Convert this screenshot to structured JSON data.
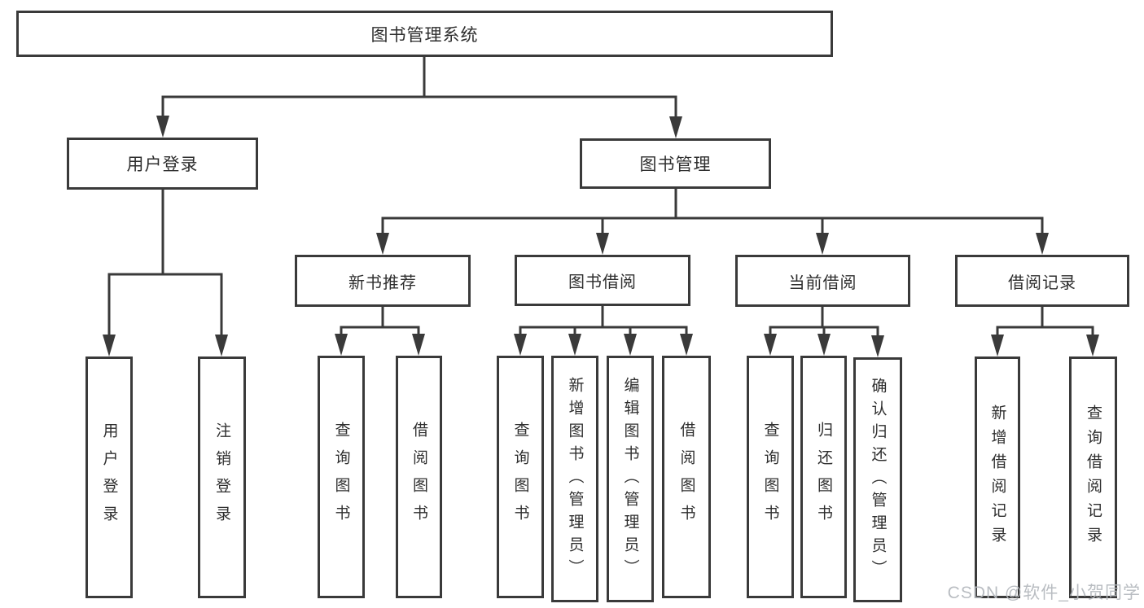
{
  "tree": {
    "label": "图书管理系统",
    "children": [
      {
        "label": "用户登录",
        "children": [
          {
            "label": "用户登录"
          },
          {
            "label": "注销登录"
          }
        ]
      },
      {
        "label": "图书管理",
        "children": [
          {
            "label": "新书推荐",
            "children": [
              {
                "label": "查询图书"
              },
              {
                "label": "借阅图书"
              }
            ]
          },
          {
            "label": "图书借阅",
            "children": [
              {
                "label": "查询图书"
              },
              {
                "label": "新增图书（管理员）"
              },
              {
                "label": "编辑图书（管理员）"
              },
              {
                "label": "借阅图书"
              }
            ]
          },
          {
            "label": "当前借阅",
            "children": [
              {
                "label": "查询图书"
              },
              {
                "label": "归还图书"
              },
              {
                "label": "确认归还（管理员）"
              }
            ]
          },
          {
            "label": "借阅记录",
            "children": [
              {
                "label": "新增借阅记录"
              },
              {
                "label": "查询借阅记录"
              }
            ]
          }
        ]
      }
    ]
  },
  "watermark": {
    "text": "CSDN @软件_小贺同学"
  },
  "colors": {
    "line": "#3a3a3a",
    "box_fill": "#ffffff",
    "text": "#2e2e2e",
    "watermark": "#b4b8bd",
    "background": "#ffffff"
  }
}
